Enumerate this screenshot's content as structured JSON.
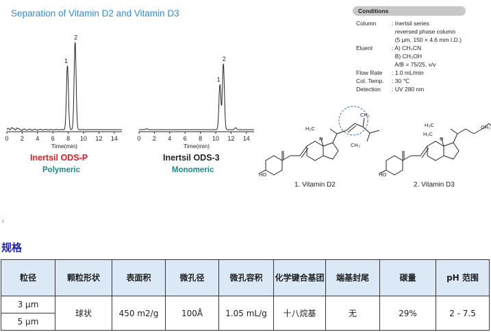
{
  "title": "Separation of Vitamin D2 and Vitamin D3",
  "chart_data": [
    {
      "type": "line",
      "name": "Inertsil ODS-P",
      "subtitle": "Polymeric",
      "xlabel": "Time(min)",
      "xlim": [
        0,
        15
      ],
      "x_ticks": [
        "0",
        "2",
        "4",
        "6",
        "8",
        "10",
        "12",
        "14"
      ],
      "peaks": [
        {
          "label": "1",
          "time": 7.9,
          "height": 0.68
        },
        {
          "label": "2",
          "time": 8.9,
          "height": 0.93
        }
      ]
    },
    {
      "type": "line",
      "name": "Inertsil ODS-3",
      "subtitle": "Monomeric",
      "xlabel": "Time(min)",
      "xlim": [
        0,
        15
      ],
      "x_ticks": [
        "0",
        "2",
        "4",
        "6",
        "8",
        "10",
        "12",
        "14"
      ],
      "peaks": [
        {
          "label": "1",
          "time": 10.55,
          "height": 0.48
        },
        {
          "label": "2",
          "time": 11.0,
          "height": 0.7
        }
      ]
    }
  ],
  "chart_labels": {
    "xlabel": "Time(min)",
    "ticks": [
      "0",
      "2",
      "4",
      "6",
      "8",
      "10",
      "12",
      "14"
    ],
    "peak1": "1",
    "peak2": "2",
    "c1_name": "Inertsil ODS-P",
    "c1_type": "Polymeric",
    "c2_name": "Inertsil ODS-3",
    "c2_type": "Monomeric"
  },
  "conditions": {
    "header": "Conditions",
    "rows": [
      {
        "key": "Column",
        "value": ": Inertsil series"
      },
      {
        "key": "",
        "value": "  reversed phase column"
      },
      {
        "key": "",
        "value": "  (5 μm, 150 × 4.6 mm I.D.)"
      },
      {
        "key": "Eluent",
        "value": ": A) CH₃CN"
      },
      {
        "key": "",
        "value": "  B) CH₃OH"
      },
      {
        "key": "",
        "value": "  A/B = 75/25, v/v"
      },
      {
        "key": "Flow Rate",
        "value": ": 1.0 mL/min"
      },
      {
        "key": "Col. Temp.",
        "value": ": 30 ℃"
      },
      {
        "key": "Detection",
        "value": ": UV 280 nm"
      }
    ]
  },
  "structures": {
    "d2_label": "1. Vitamin D2",
    "d3_label": "2. Vitamin D3",
    "atoms": {
      "h3c": "H₃C",
      "ch3": "CH₃",
      "h": "H",
      "ho": "HO"
    }
  },
  "marker": "↓",
  "spec": {
    "heading": "规格",
    "headers": [
      "粒径",
      "颗粒形状",
      "表面积",
      "微孔径",
      "微孔容积",
      "化学键合基团",
      "端基封尾",
      "碳量",
      "pH 范围"
    ],
    "sizes": [
      "3 μm",
      "5 μm"
    ],
    "values": [
      "球状",
      "450 m2/g",
      "100Å",
      "1.05 mL/g",
      "十八烷基",
      "无",
      "29%",
      "2 - 7.5"
    ]
  },
  "colors": {
    "title": "#2b8fd6",
    "ods_p": "#e02020",
    "mode": "#1b8a8a",
    "heading": "#2222aa",
    "table_header": "#dbe8f5",
    "highlight_circle": "#3366cc"
  }
}
